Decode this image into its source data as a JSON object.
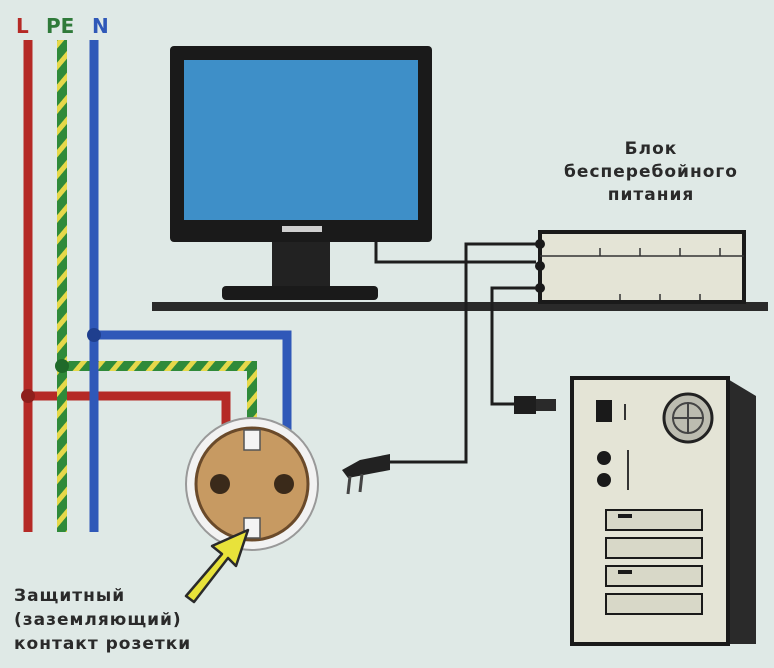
{
  "labels": {
    "l": "L",
    "pe": "PE",
    "n": "N",
    "ups": [
      "Блок",
      "бесперебойного",
      "питания"
    ],
    "contact": [
      "Защитный",
      "(заземляющий)",
      "контакт розетки"
    ]
  },
  "colors": {
    "background": "#dfe9e6",
    "phase_wire": "#b52a26",
    "neutral_wire": "#2f58b8",
    "ground_wire": "#2f8a3a",
    "ground_stripe": "#e6d84a",
    "socket": "#c79a62",
    "arrow": "#e8e23a",
    "monitor_screen": "#3e8fc8",
    "device_body": "#e4e4d6",
    "cable": "#1e1e1e"
  },
  "icons": {
    "socket": "socket-icon",
    "monitor": "monitor-icon",
    "ups": "ups-icon",
    "pc": "pc-tower-icon",
    "plug": "plug-icon",
    "arrow": "arrow-icon"
  }
}
